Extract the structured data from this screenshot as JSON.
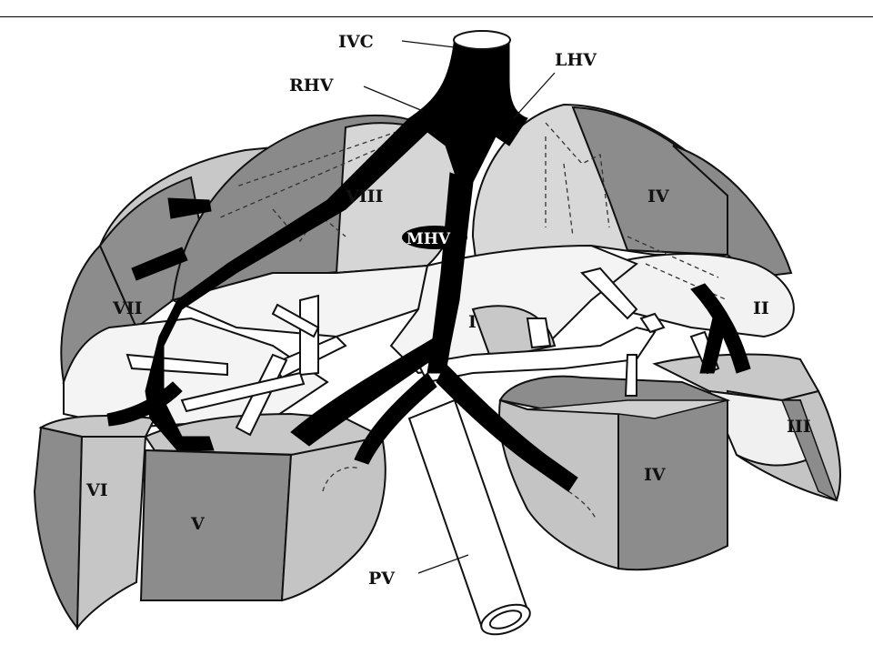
{
  "labels": {
    "ivc": "IVC",
    "rhv": "RHV",
    "lhv": "LHV",
    "mhv": "MHV",
    "pv": "PV",
    "seg_i": "I",
    "seg_ii": "II",
    "seg_iii": "III",
    "seg_iv_upper": "IV",
    "seg_iv_lower": "IV",
    "seg_v": "V",
    "seg_vi": "VI",
    "seg_vii": "VII",
    "seg_viii": "VIII"
  },
  "colors": {
    "dark_gray": "#8c8c8c",
    "light_gray": "#c4c4c4",
    "pale": "#ececec",
    "vein": "#000000",
    "portal": "#ffffff"
  }
}
